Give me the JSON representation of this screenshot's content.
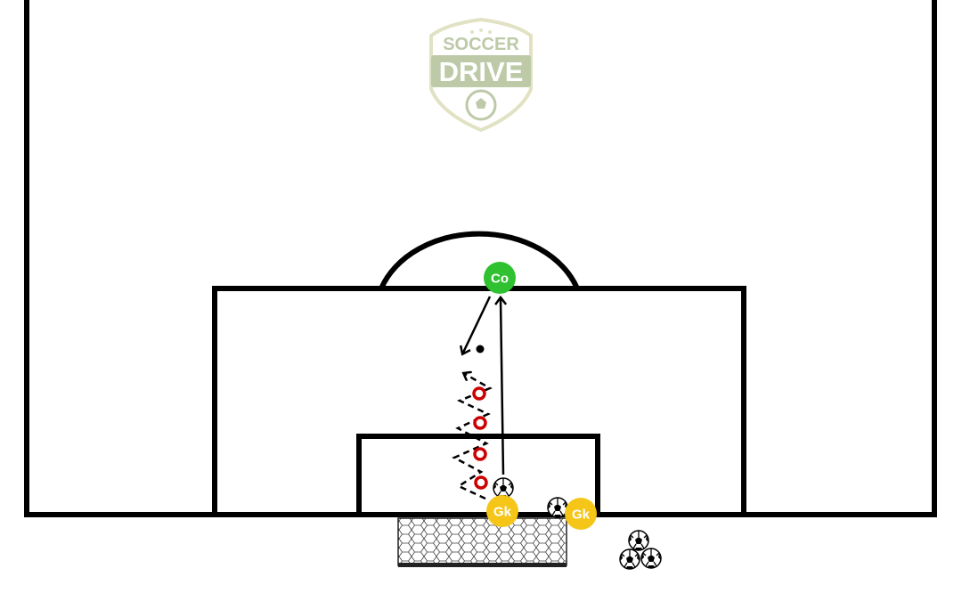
{
  "logo": {
    "line1": "SOCCER",
    "line2": "DRIVE",
    "color_text": "#a7b88a",
    "color_border": "#d8d9b0"
  },
  "players": {
    "coach": {
      "label": "Co",
      "color": "#2fc12f"
    },
    "goalkeeper_left": {
      "label": "Gk",
      "color": "#f5c518"
    },
    "goalkeeper_right": {
      "label": "Gk",
      "color": "#f5c518"
    }
  },
  "markers": {
    "cone_color": "#cc0000",
    "count": 4
  },
  "balls": {
    "count_total": 5
  },
  "colors": {
    "lines": "#000000",
    "background": "#ffffff"
  }
}
